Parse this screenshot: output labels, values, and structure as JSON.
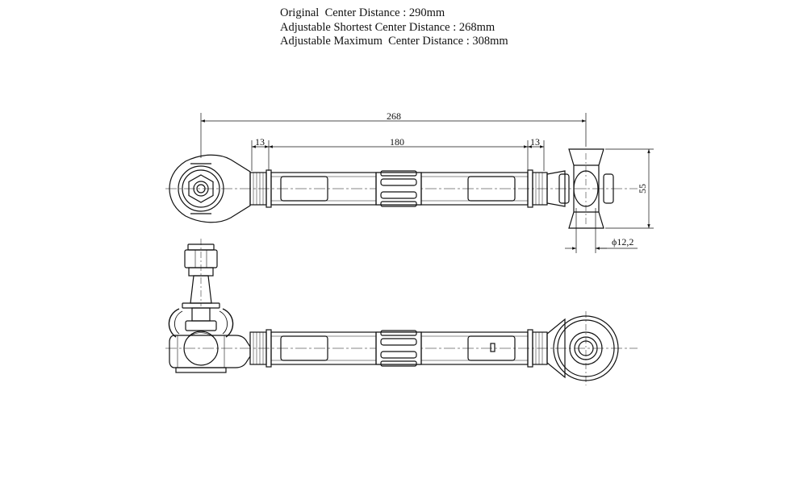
{
  "specs": {
    "original": "Original  Center Distance : 290mm",
    "shortest": "Adjustable Shortest Center Distance : 268mm",
    "maximum": "Adjustable Maximum  Center Distance : 308mm"
  },
  "dimensions": {
    "overall": "268",
    "thread_left": "13",
    "body": "180",
    "thread_right": "13",
    "height": "55",
    "diameter": "ϕ12,2"
  }
}
